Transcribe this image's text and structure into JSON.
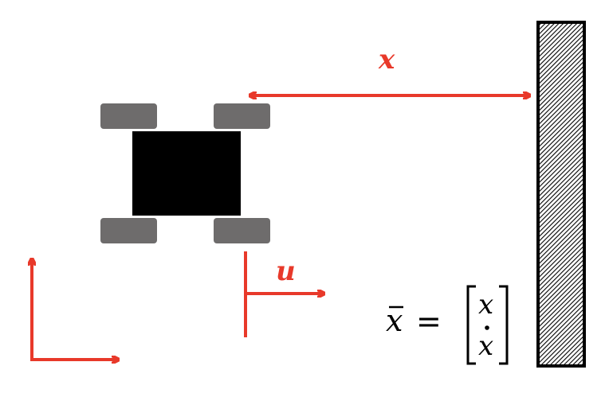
{
  "labels": {
    "distance": "x",
    "input": "u",
    "state_var": "x",
    "equals": "=",
    "state_top": "x",
    "state_bottom": "x"
  },
  "colors": {
    "arrow": "#e8392a",
    "body": "#000000",
    "wheel": "#6e6c6c",
    "wall_stroke": "#000000"
  }
}
